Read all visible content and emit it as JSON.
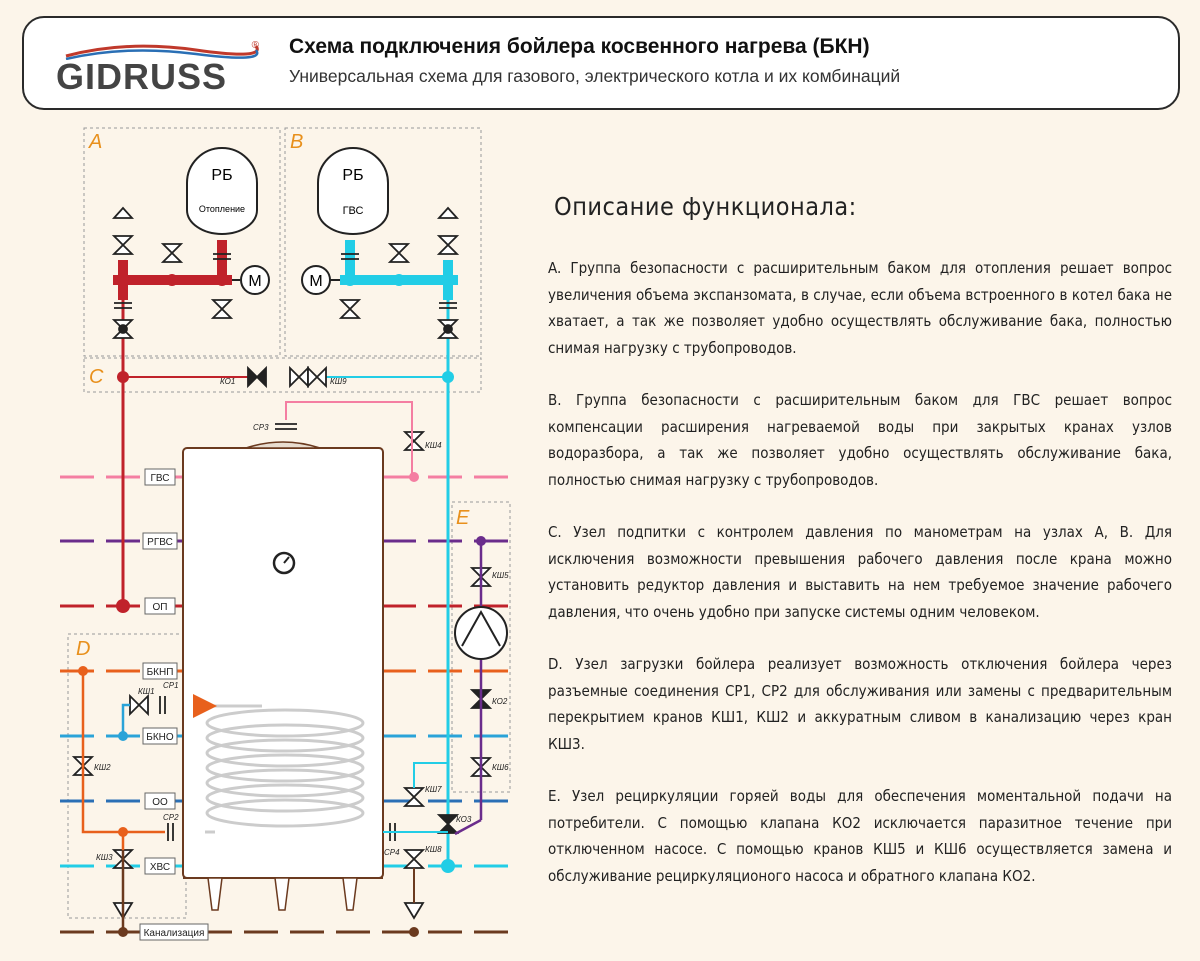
{
  "header": {
    "logo_text": "GIDRUSS",
    "logo_reg": "®",
    "title": "Схема подключения бойлера косвенного нагрева (БКН)",
    "subtitle": "Универсальная схема для газового, электрического котла и их комбинаций"
  },
  "colors": {
    "heating": "#c0222b",
    "hot_water": "#f47ea2",
    "cold_water": "#22cde6",
    "recirculation": "#6a2c8c",
    "boiler_supply": "#e8601c",
    "boiler_return": "#2aa3d8",
    "sewer": "#6b3a1f",
    "group_label": "#e8901c"
  },
  "diagram": {
    "groups": {
      "a": "A",
      "b": "B",
      "c": "C",
      "d": "D",
      "e": "E"
    },
    "tanks": {
      "heating_tank": {
        "label": "РБ",
        "sub": "Отопление"
      },
      "dhw_tank": {
        "label": "РБ",
        "sub": "ГВС"
      }
    },
    "gauge_label": "M",
    "pipes": {
      "gvs": "ГВС",
      "rgvs": "РГВС",
      "op": "ОП",
      "bknp": "БКНП",
      "bkno": "БКНО",
      "oo": "ОО",
      "hvs": "ХВС",
      "sewer": "Канализация"
    },
    "valves": {
      "ko1": "КО1",
      "ksh9": "КШ9",
      "sr3": "СР3",
      "ksh4": "КШ4",
      "ksh1": "КШ1",
      "sr1": "СР1",
      "ksh2": "КШ2",
      "sr2": "СР2",
      "ksh3": "КШ3",
      "ksh5": "КШ5",
      "ko2": "КО2",
      "ksh6": "КШ6",
      "ksh7": "КШ7",
      "ko3": "КО3",
      "sr4": "СР4",
      "ksh8": "КШ8"
    }
  },
  "description": {
    "title": "Описание функционала:",
    "items": [
      "A. Группа безопасности с расширительным баком для отопления решает вопрос увеличения объема экспанзомата, в случае, если объема встроенного в котел бака не хватает, а так же позволяет удобно осуществлять обслуживание бака, полностью снимая нагрузку с трубопроводов.",
      "B. Группа безопасности с расширительным баком для ГВС решает вопрос компенсации расширения нагреваемой воды при закрытых кранах узлов водоразбора, а так же позволяет удобно осуществлять обслуживание бака, полностью снимая нагрузку с трубопроводов.",
      "C. Узел подпитки с контролем давления по манометрам на узлах A, B. Для исключения возможности превышения рабочего давления после крана можно установить редуктор давления и выставить на нем требуемое значение рабочего давления, что очень удобно при запуске системы одним человеком.",
      "D. Узел загрузки бойлера реализует возможность отключения бойлера через разъемные соединения СР1, СР2 для обслуживания или замены с предварительным перекрытием кранов КШ1, КШ2 и аккуратным сливом в канализацию через кран КШ3.",
      "E. Узел рециркуляции горяей воды для обеспечения моментальной подачи на потребители. С помощью клапана КО2 исключается паразитное течение при отключенном насосе. С помощью кранов КШ5 и КШ6 осуществляется замена и обслуживание рециркуляционого насоса и обратного клапана КО2."
    ]
  }
}
